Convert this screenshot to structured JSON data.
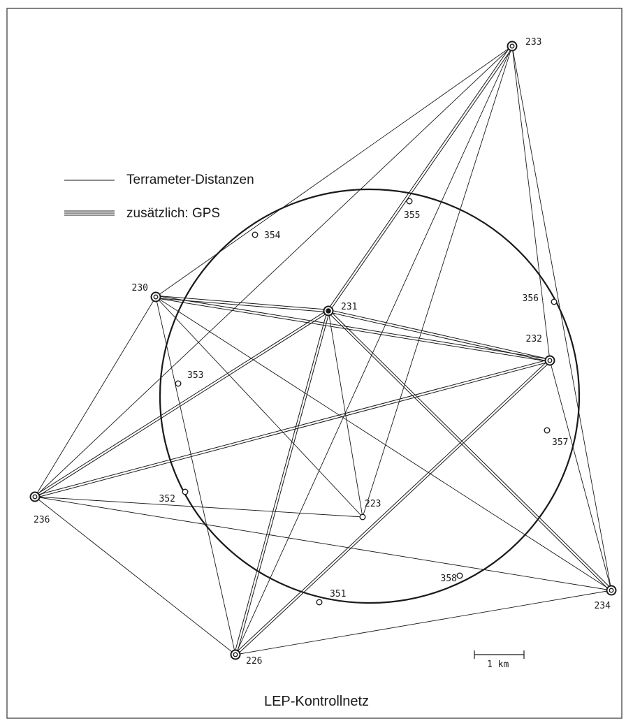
{
  "title": "LEP-Kontrollnetz",
  "legend": {
    "single_label": "Terrameter-Distanzen",
    "double_label": "zusätzlich: GPS"
  },
  "scale_bar": {
    "label": "1 km"
  },
  "colors": {
    "ink": "#1a1a1a",
    "background": "#ffffff",
    "frame": "#333333"
  },
  "points": [
    {
      "id": "233",
      "type": "main"
    },
    {
      "id": "230",
      "type": "main"
    },
    {
      "id": "231",
      "type": "center"
    },
    {
      "id": "232",
      "type": "main"
    },
    {
      "id": "236",
      "type": "main"
    },
    {
      "id": "234",
      "type": "main"
    },
    {
      "id": "226",
      "type": "main"
    },
    {
      "id": "355",
      "type": "minor"
    },
    {
      "id": "354",
      "type": "minor"
    },
    {
      "id": "356",
      "type": "minor"
    },
    {
      "id": "353",
      "type": "minor"
    },
    {
      "id": "357",
      "type": "minor"
    },
    {
      "id": "352",
      "type": "minor"
    },
    {
      "id": "223",
      "type": "minor"
    },
    {
      "id": "358",
      "type": "minor"
    },
    {
      "id": "351",
      "type": "minor"
    }
  ],
  "connections_terrameter": [
    [
      "233",
      "230"
    ],
    [
      "233",
      "236"
    ],
    [
      "233",
      "232"
    ],
    [
      "233",
      "234"
    ],
    [
      "233",
      "226"
    ],
    [
      "233",
      "223"
    ],
    [
      "230",
      "223"
    ],
    [
      "230",
      "234"
    ],
    [
      "230",
      "226"
    ],
    [
      "230",
      "236"
    ],
    [
      "231",
      "223"
    ],
    [
      "232",
      "234"
    ],
    [
      "236",
      "223"
    ],
    [
      "236",
      "234"
    ],
    [
      "236",
      "226"
    ],
    [
      "226",
      "234"
    ]
  ],
  "connections_gps": [
    [
      "233",
      "231"
    ],
    [
      "230",
      "231"
    ],
    [
      "230",
      "232"
    ],
    [
      "231",
      "232"
    ],
    [
      "231",
      "236"
    ],
    [
      "231",
      "226"
    ],
    [
      "231",
      "234"
    ],
    [
      "236",
      "232"
    ],
    [
      "226",
      "232"
    ]
  ]
}
